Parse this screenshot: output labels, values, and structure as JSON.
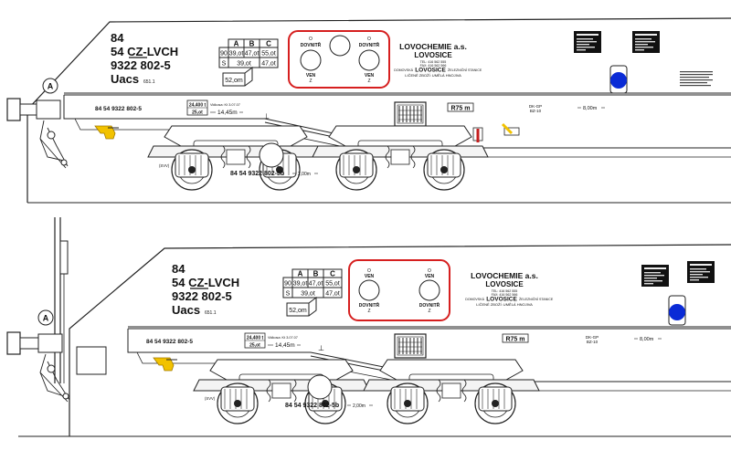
{
  "colors": {
    "line": "#222222",
    "highlight_box": "#d61f1f",
    "coupler_yellow": "#f2c200",
    "lamp_blue": "#0a2bd6",
    "handle_red": "#c41e1e",
    "hatch_gray": "#7a7a7a",
    "background": "#ffffff"
  },
  "wagons": [
    {
      "id_lines": [
        "84",
        "54 CZ-LVCH",
        "9322 802-5",
        "Uacs"
      ],
      "uacs_suffix": "651.1",
      "load_table": {
        "headers": [
          "A",
          "B",
          "C"
        ],
        "rows": [
          {
            "label": "90",
            "cells": [
              "39,ot",
              "47,ot",
              "55,ot"
            ]
          },
          {
            "label": "S",
            "cells": [
              "39,ot",
              "47,ot"
            ]
          }
        ]
      },
      "capacity": "52,om",
      "valves": [
        {
          "top": "O",
          "name": "DOVNITŘ",
          "bottom_name": "VEN",
          "bottom": "Z"
        },
        {
          "top": "O",
          "name": "DOVNITŘ",
          "bottom_name": "VEN",
          "bottom": "Z"
        }
      ],
      "company": {
        "name": "LOVOCHEMIE a.s.",
        "city": "LOVOSICE",
        "contact_lines": [
          "TEL: 416 562 555",
          "FAX: 416 562 566"
        ],
        "depot_prefix": "DOMOVSKÁ",
        "depot_city": "LOVOSICE",
        "depot_suffix": "ŽELEZNIČNÍ STANICE",
        "cargo": "LIČENÉ ZBOŽÍ: UMĚLÁ HNOJIVA"
      },
      "number_left": "84 54 9322 802-5",
      "weight_box": [
        "24,400 t",
        "25,ot"
      ],
      "revision": "Vidkosa: Kt 3.07.07",
      "length": "14,45m",
      "axle_dist": "2,00m",
      "bogie_number": "84 54 9322 802-5b",
      "radius": "R75 m",
      "brake_code": [
        "DK-GP",
        "BZ-10"
      ],
      "brake_dist": "8,00m",
      "svv": "(SVV)",
      "end_letter": "A"
    },
    {
      "id_lines": [
        "84",
        "54 CZ-LVCH",
        "9322 802-5",
        "Uacs"
      ],
      "uacs_suffix": "651.1",
      "load_table": {
        "headers": [
          "A",
          "B",
          "C"
        ],
        "rows": [
          {
            "label": "90",
            "cells": [
              "39,ot",
              "47,ot",
              "55,ot"
            ]
          },
          {
            "label": "S",
            "cells": [
              "39,ot",
              "47,ot"
            ]
          }
        ]
      },
      "capacity": "52,om",
      "valves": [
        {
          "top": "O",
          "name": "VEN",
          "bottom_name": "DOVNITŘ",
          "bottom": "Z"
        },
        {
          "top": "O",
          "name": "VEN",
          "bottom_name": "DOVNITŘ",
          "bottom": "Z"
        }
      ],
      "company": {
        "name": "LOVOCHEMIE a.s.",
        "city": "LOVOSICE",
        "contact_lines": [
          "TEL: 416 562 555",
          "FAX: 416 562 566"
        ],
        "depot_prefix": "DOMOVSKÁ",
        "depot_city": "LOVOSICE",
        "depot_suffix": "ŽELEZNIČNÍ STANICE",
        "cargo": "LIČENÉ ZBOŽÍ: UMĚLÁ HNOJIVA"
      },
      "number_left": "84 54 9322 802-5",
      "weight_box": [
        "24,400 t",
        "25,ot"
      ],
      "revision": "Vidkosa: Kt 3.07.07",
      "length": "14,45m",
      "axle_dist": "2,00m",
      "bogie_number": "84 54 9322 802-5b",
      "radius": "R75 m",
      "brake_code": [
        "DK-GP",
        "BZ-10"
      ],
      "brake_dist": "8,00m",
      "svv": "(SVV)",
      "end_letter": "A"
    }
  ]
}
